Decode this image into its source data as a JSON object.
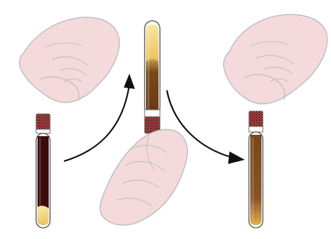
{
  "diagram": {
    "steps": [
      {
        "id": "step-1",
        "state": "settled",
        "colors": {
          "cells": "#3b0a0a",
          "plasma": "#f4d77a"
        }
      },
      {
        "id": "step-2",
        "state": "inverted",
        "colors": {
          "plasma": "#f2d27a",
          "mix": "#7a4a1a"
        }
      },
      {
        "id": "step-3",
        "state": "mixed",
        "colors": {
          "mix": "#8a5526",
          "highlight": "#b9874a"
        }
      }
    ],
    "arrows": [
      {
        "from": "step-1",
        "to": "step-2"
      },
      {
        "from": "step-2",
        "to": "step-3"
      }
    ],
    "colors": {
      "glove_fill": "#f4dada",
      "glove_stroke": "#b9bcc3",
      "arrow": "#111111",
      "cap_red": "#cf3b3b",
      "cap_dark": "#2b2b2b"
    }
  }
}
